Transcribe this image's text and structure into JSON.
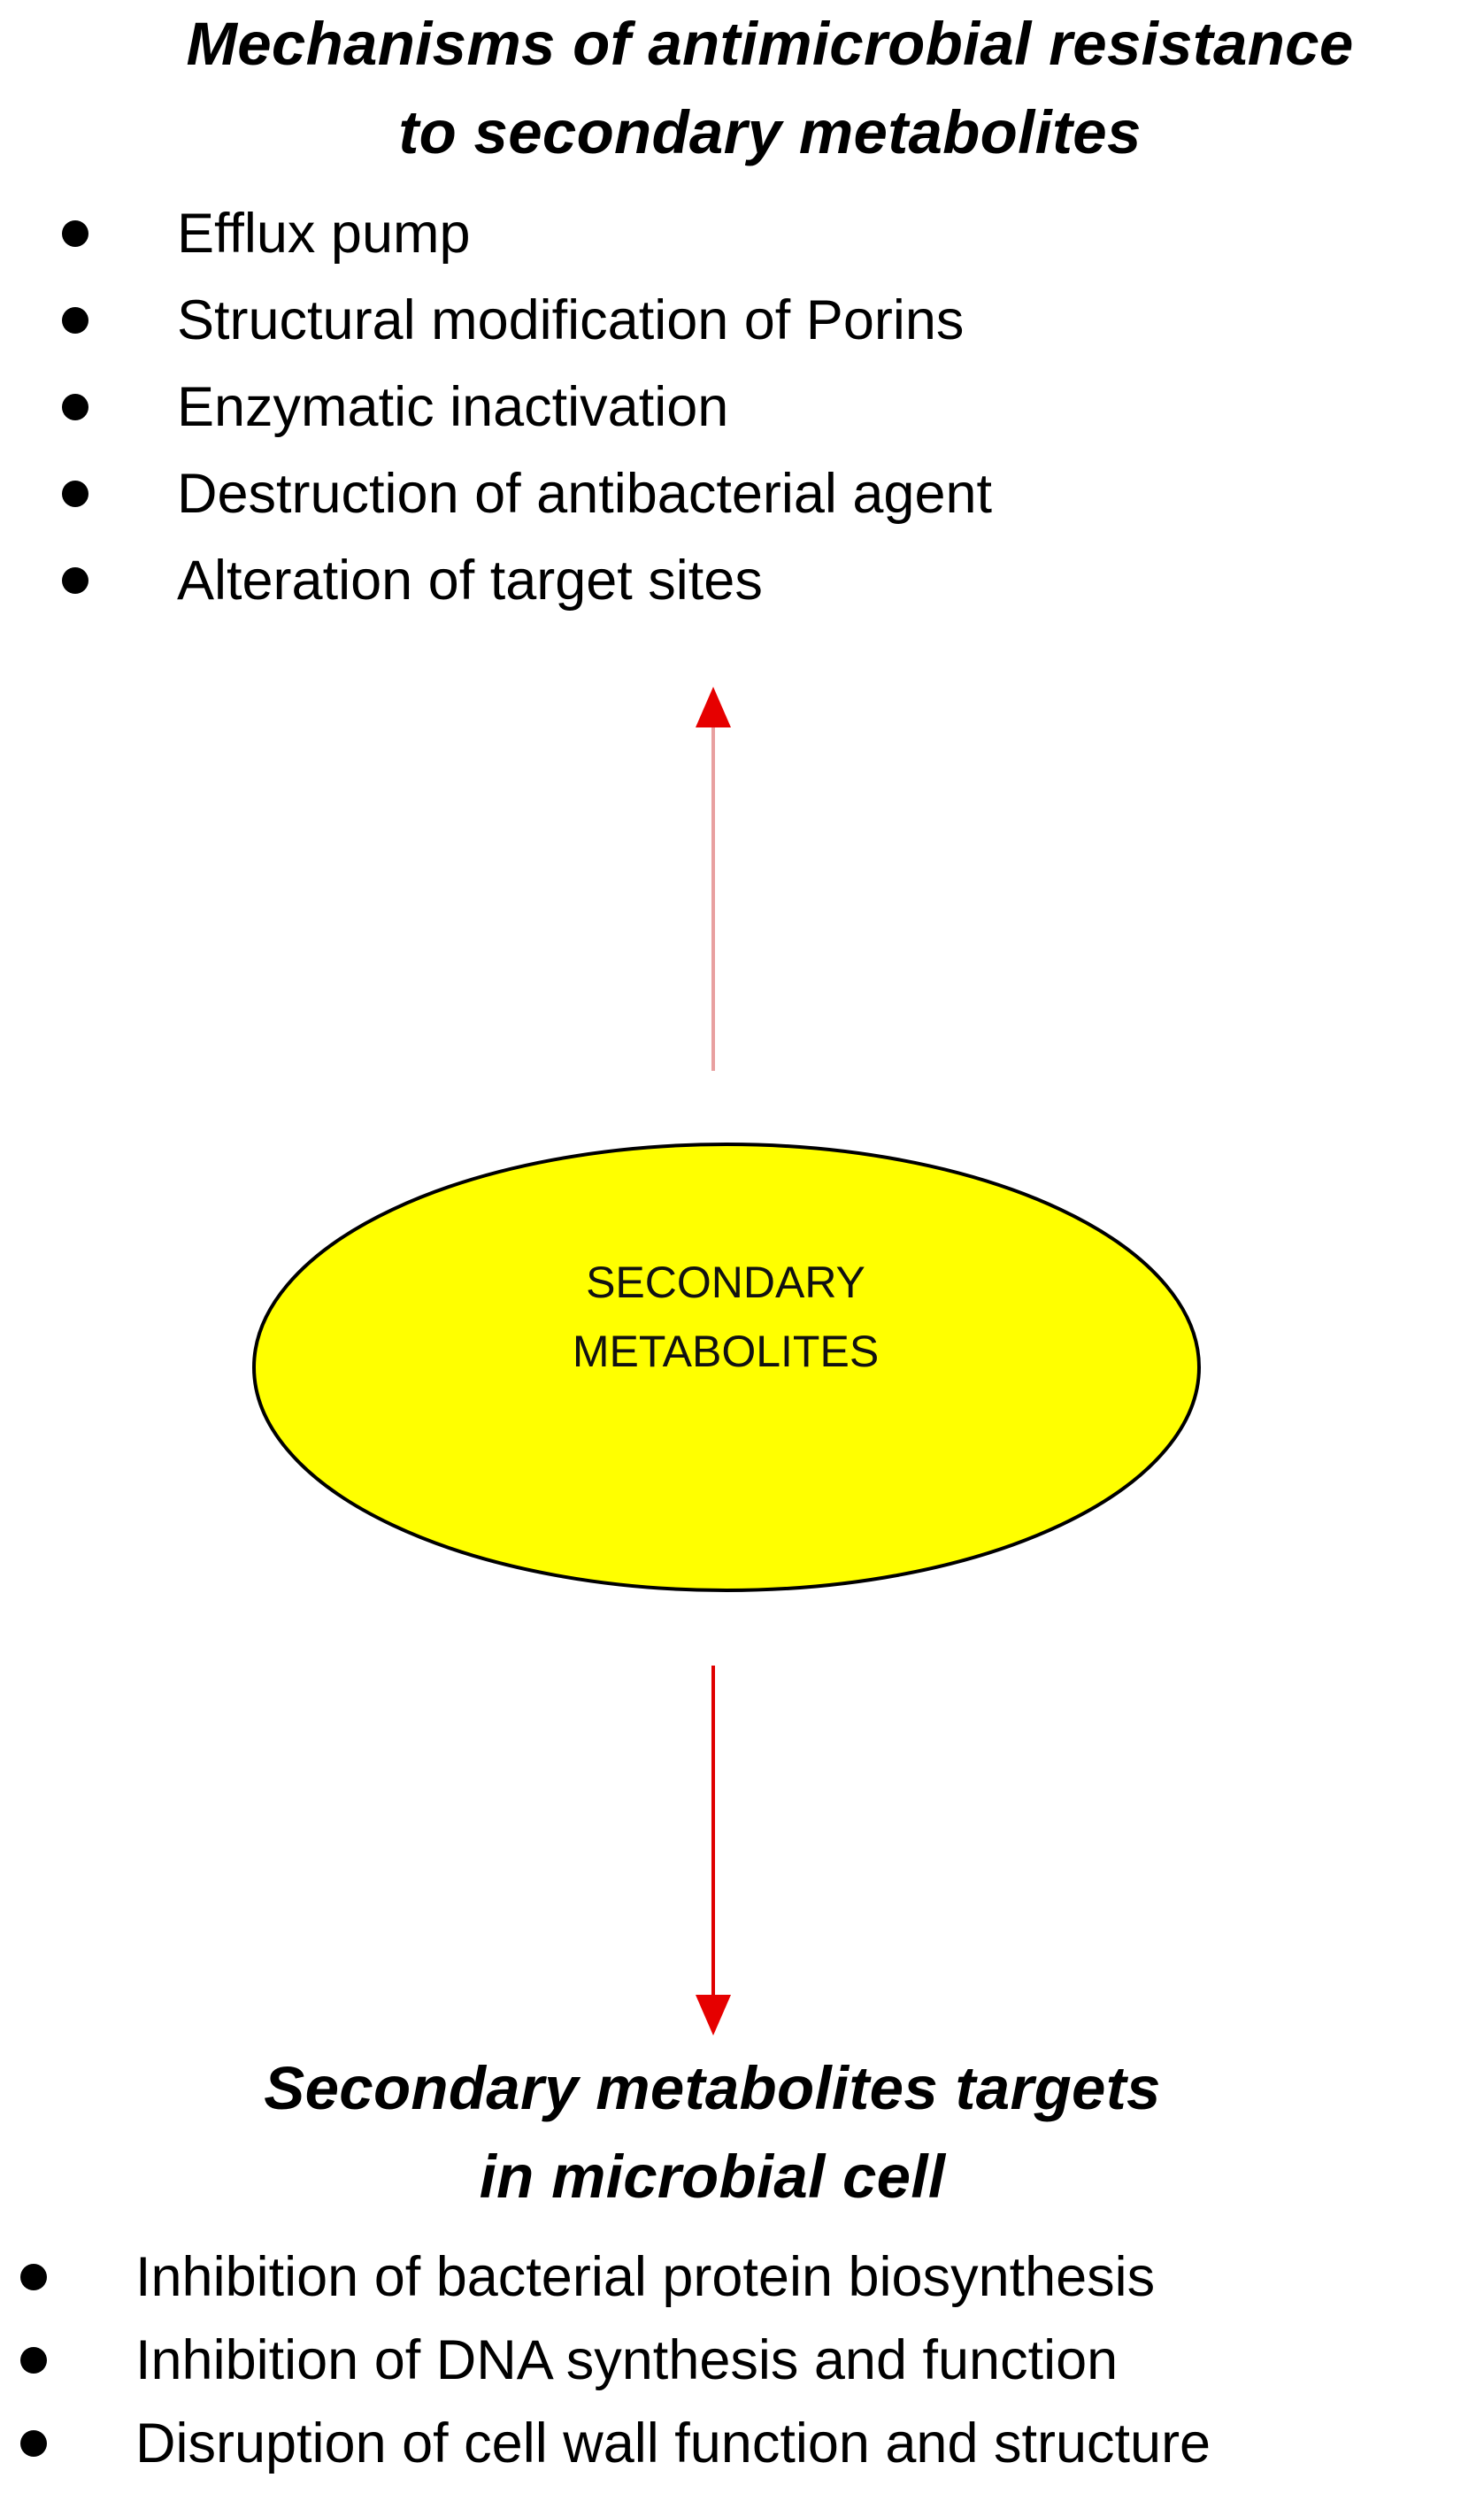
{
  "top_section": {
    "heading_line1": "Mechanisms of antimicrobial resistance",
    "heading_line2": "to secondary metabolites",
    "items": [
      "Efflux pump",
      "Structural modification of Porins",
      "Enzymatic inactivation",
      "Destruction of antibacterial agent",
      "Alteration of target sites"
    ]
  },
  "center_node": {
    "label_line1": "SECONDARY",
    "label_line2": "METABOLITES",
    "fill_color": "#ffff00",
    "stroke_color": "#000000"
  },
  "arrows": {
    "up_color": "#e8a0a0",
    "down_color": "#e00000",
    "head_color": "#e60000"
  },
  "bottom_section": {
    "heading_line1": "Secondary metabolites targets",
    "heading_line2": "in microbial cell",
    "items": [
      "Inhibition of bacterial protein biosynthesis",
      "Inhibition of DNA synthesis and function",
      "Disruption of cell wall function and structure"
    ]
  }
}
